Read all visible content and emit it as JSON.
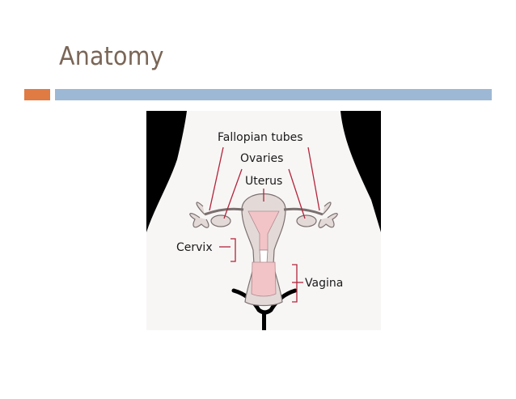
{
  "slide": {
    "title": "Anatomy"
  },
  "diagram": {
    "labels": {
      "fallopian_tubes": "Fallopian tubes",
      "ovaries": "Ovaries",
      "uterus": "Uterus",
      "cervix": "Cervix",
      "vagina": "Vagina"
    }
  },
  "colors": {
    "title": "#7a6657",
    "accent_orange": "#e07b43",
    "accent_blue": "#9db8d4",
    "body_fill": "#f8f6f5",
    "organ_pink": "#f2c4c8",
    "leader_line": "#b3243a"
  }
}
